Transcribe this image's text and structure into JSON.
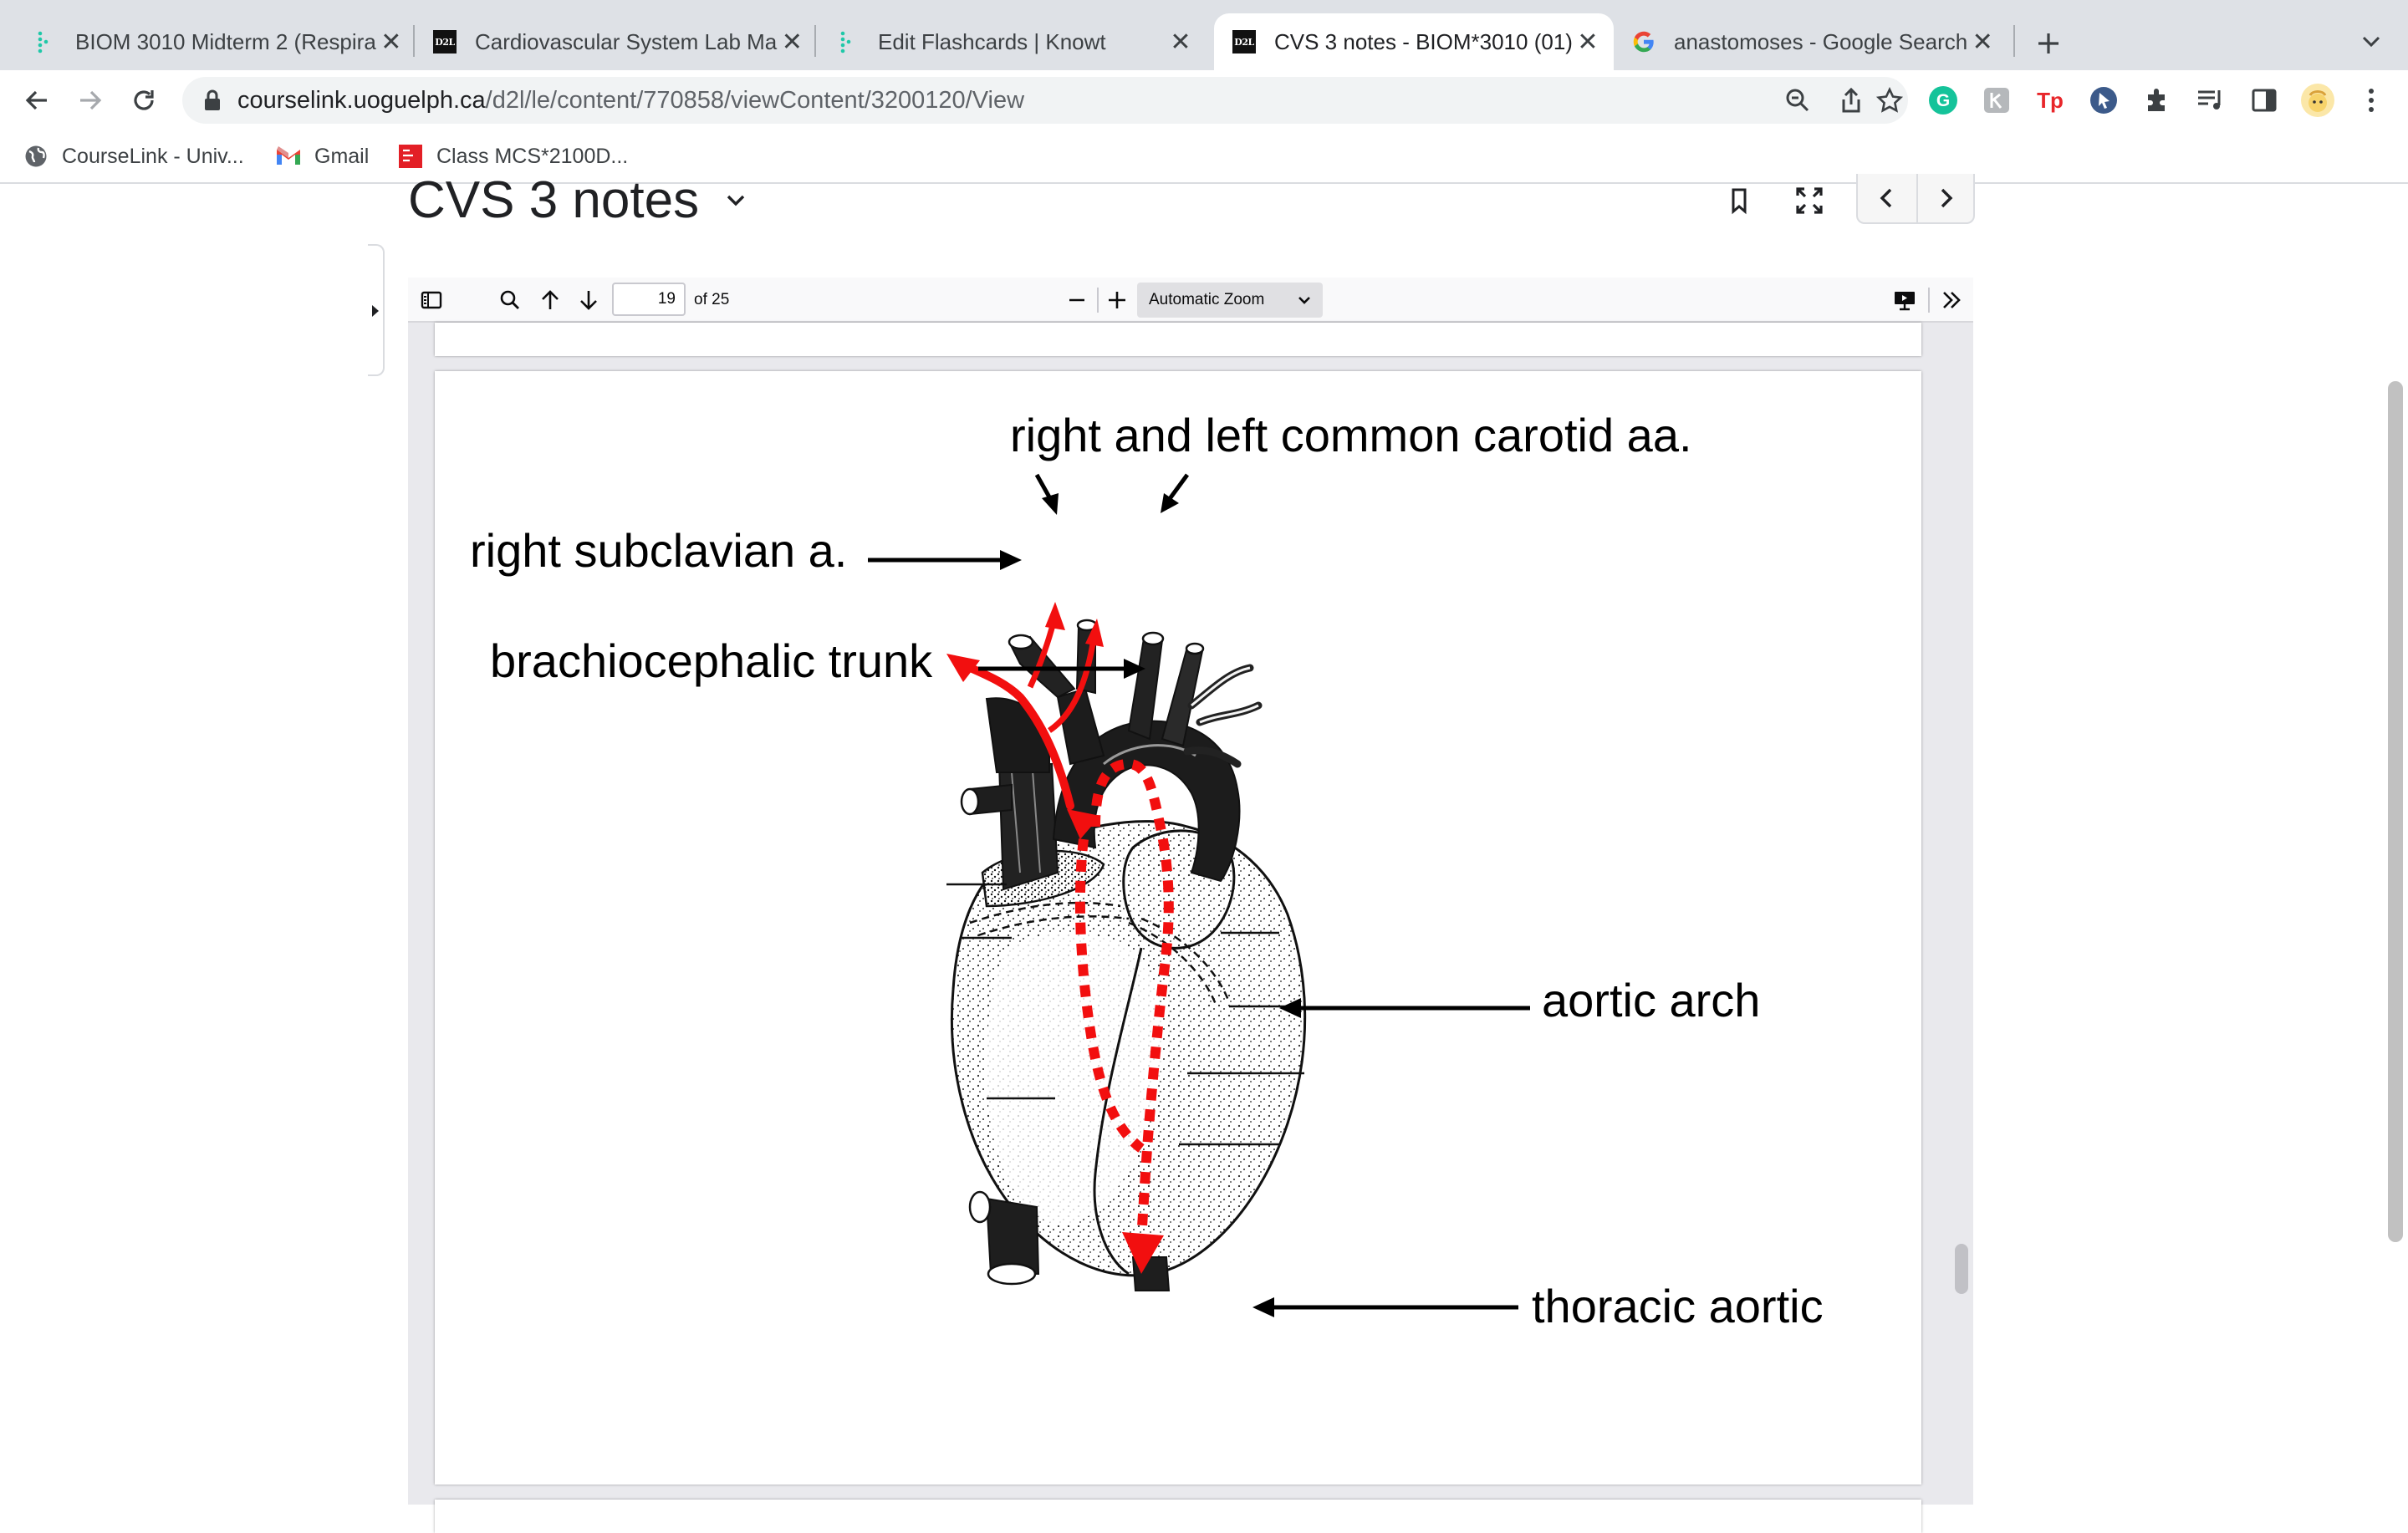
{
  "tabs": [
    {
      "title": "BIOM 3010 Midterm 2 (Respira",
      "favicon": "knowt-icon",
      "active": false
    },
    {
      "title": "Cardiovascular System Lab Ma",
      "favicon": "d2l-icon",
      "active": false
    },
    {
      "title": "Edit Flashcards | Knowt",
      "favicon": "knowt-icon",
      "active": false
    },
    {
      "title": "CVS 3 notes - BIOM*3010 (01)",
      "favicon": "d2l-icon",
      "active": true
    },
    {
      "title": "anastomoses - Google Search",
      "favicon": "google-icon",
      "active": false
    }
  ],
  "address": {
    "host": "courselink.uoguelph.ca",
    "path": "/d2l/le/content/770858/viewContent/3200120/View"
  },
  "bookmarks": [
    {
      "label": "CourseLink - Univ...",
      "icon": "globe-icon"
    },
    {
      "label": "Gmail",
      "icon": "gmail-icon"
    },
    {
      "label": "Class MCS*2100D...",
      "icon": "mcgraw-hill-icon"
    }
  ],
  "d2l_favicon_text": "D2L",
  "extensions": {
    "grammarly": "G",
    "tp": "Tp"
  },
  "content": {
    "title": "CVS 3 notes"
  },
  "pdf_toolbar": {
    "page_number": "19",
    "page_count": "of 25",
    "zoom": "Automatic Zoom"
  },
  "diagram": {
    "labels": {
      "carotid": "right and left common carotid aa.",
      "subclavian": "right subclavian a.",
      "brachiocephalic": "brachiocephalic trunk",
      "aortic_arch": "aortic arch",
      "thoracic": "thoracic aortic"
    },
    "arrow_color": "#f20f0f"
  },
  "colors": {
    "tabstrip": "#dee1e6",
    "omnibox": "#f1f3f4",
    "accent_red": "#f20f0f"
  }
}
